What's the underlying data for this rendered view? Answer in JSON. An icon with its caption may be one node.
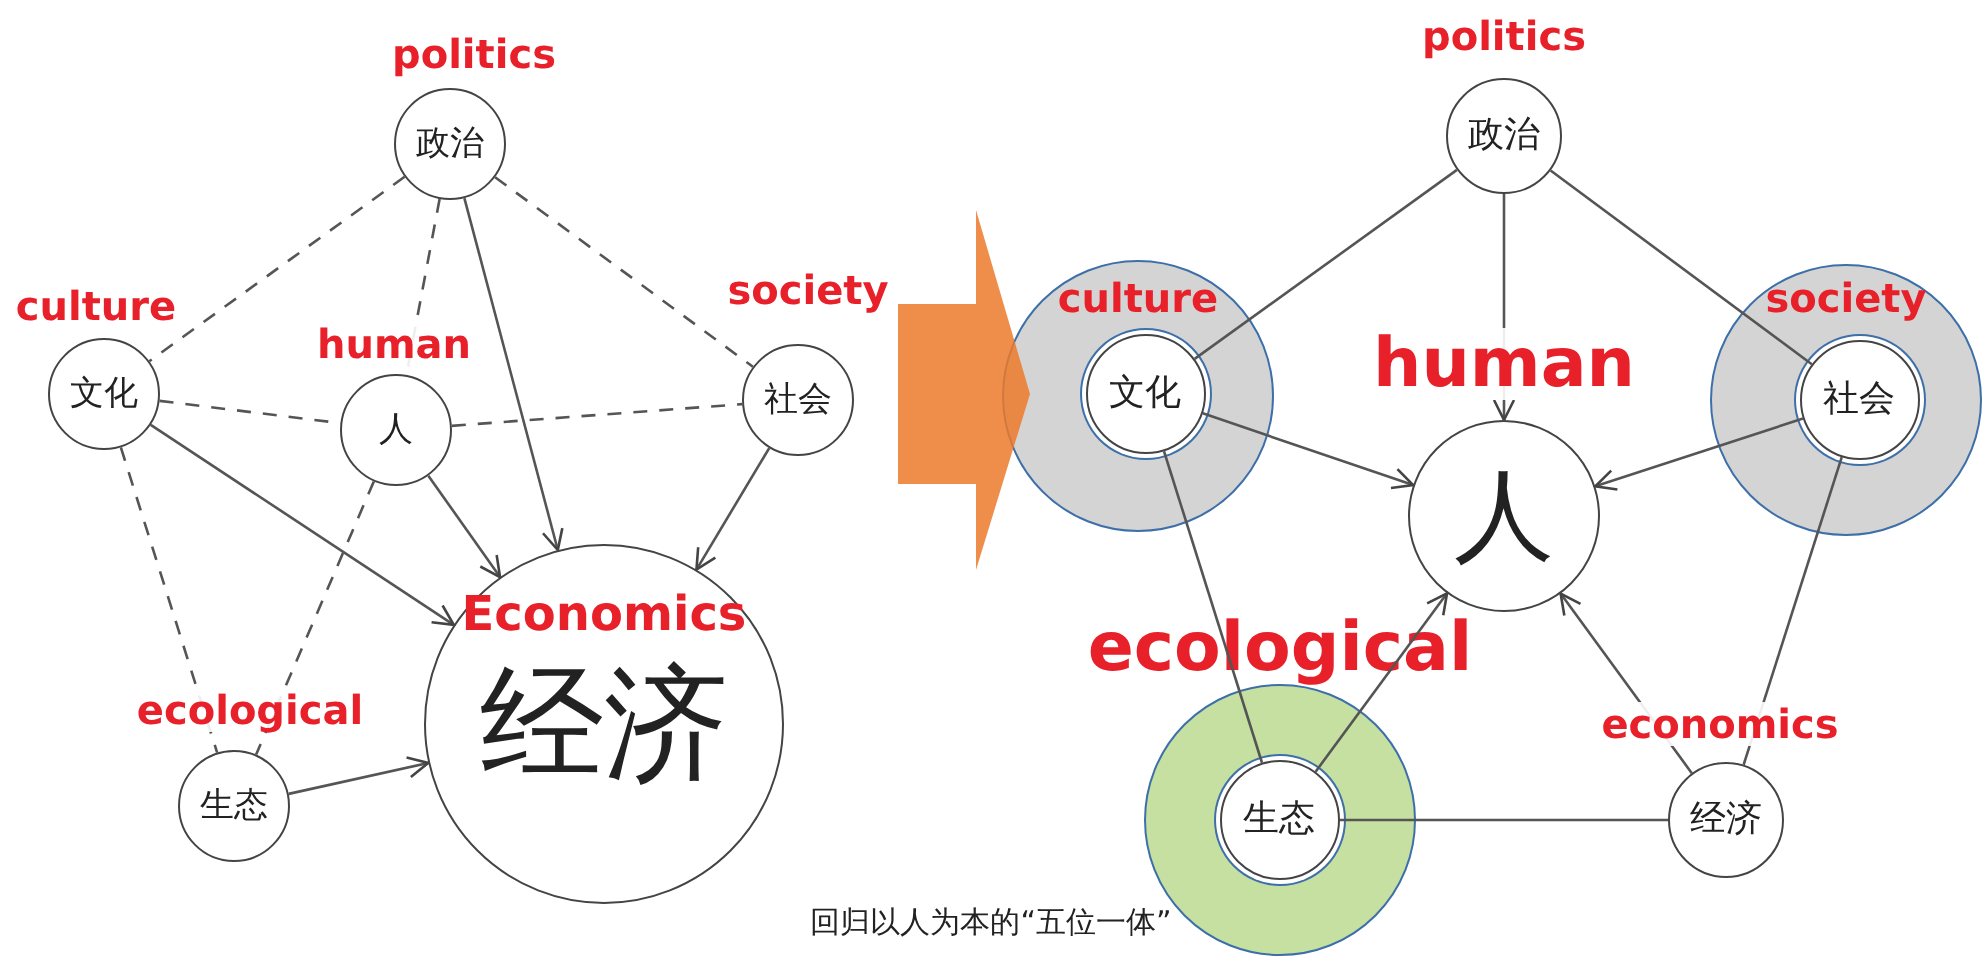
{
  "diagram": {
    "caption": "回归以人为本的“五位一体”",
    "nodes": [
      {
        "text": [
          "政治"
        ],
        "beside": [
          "politics"
        ]
      },
      {
        "text": [
          "文化"
        ],
        "beside": [
          "culture"
        ]
      },
      {
        "text": [
          "人"
        ],
        "beside": [
          "human"
        ]
      },
      {
        "text": [
          "社会"
        ],
        "beside": [
          "society"
        ]
      },
      {
        "text": [
          "Economics",
          "经济"
        ]
      },
      {
        "text": [
          "生态"
        ],
        "beside": [
          "ecological"
        ]
      },
      {
        "text": [
          "政治"
        ],
        "beside": [
          "politics"
        ]
      },
      {
        "text": [
          "culture"
        ]
      },
      {
        "text": [
          "文化"
        ],
        "in": 7
      },
      {
        "text": [
          "人"
        ],
        "beside": [
          "human"
        ]
      },
      {
        "text": [
          "society"
        ]
      },
      {
        "text": [
          "社会"
        ],
        "in": 10
      },
      {
        "text": [
          "ecological"
        ]
      },
      {
        "text": [
          "生态"
        ],
        "in": 12
      },
      {
        "text": [
          "经济"
        ],
        "beside": [
          "economics"
        ]
      }
    ],
    "edges": [
      {
        "from": 0,
        "to": 1,
        "arrow": "none",
        "style": "dashed"
      },
      {
        "from": 0,
        "to": 2,
        "arrow": "none",
        "style": "dashed"
      },
      {
        "from": 0,
        "to": 3,
        "arrow": "none",
        "style": "dashed"
      },
      {
        "from": 1,
        "to": 2,
        "arrow": "none",
        "style": "dashed"
      },
      {
        "from": 2,
        "to": 3,
        "arrow": "none",
        "style": "dashed"
      },
      {
        "from": 1,
        "to": 5,
        "arrow": "none",
        "style": "dashed"
      },
      {
        "from": 2,
        "to": 5,
        "arrow": "none",
        "style": "dashed"
      },
      {
        "from": 0,
        "to": 4,
        "arrow": "to"
      },
      {
        "from": 1,
        "to": 4,
        "arrow": "to"
      },
      {
        "from": 2,
        "to": 4,
        "arrow": "to"
      },
      {
        "from": 3,
        "to": 4,
        "arrow": "to"
      },
      {
        "from": 5,
        "to": 4,
        "arrow": "to"
      },
      {
        "from": 6,
        "to": 8,
        "arrow": "none"
      },
      {
        "from": 6,
        "to": 9,
        "arrow": "to"
      },
      {
        "from": 6,
        "to": 11,
        "arrow": "none"
      },
      {
        "from": 8,
        "to": 9,
        "arrow": "to"
      },
      {
        "from": 11,
        "to": 9,
        "arrow": "to"
      },
      {
        "from": 8,
        "to": 13,
        "arrow": "none"
      },
      {
        "from": 13,
        "to": 9,
        "arrow": "to"
      },
      {
        "from": 14,
        "to": 9,
        "arrow": "to"
      },
      {
        "from": 11,
        "to": 14,
        "arrow": "none"
      },
      {
        "from": 13,
        "to": 14,
        "arrow": "none"
      },
      {
        "from": 3,
        "to": 7,
        "arrow": "to",
        "style": "thick",
        "color": "#ec7a2c"
      }
    ]
  }
}
